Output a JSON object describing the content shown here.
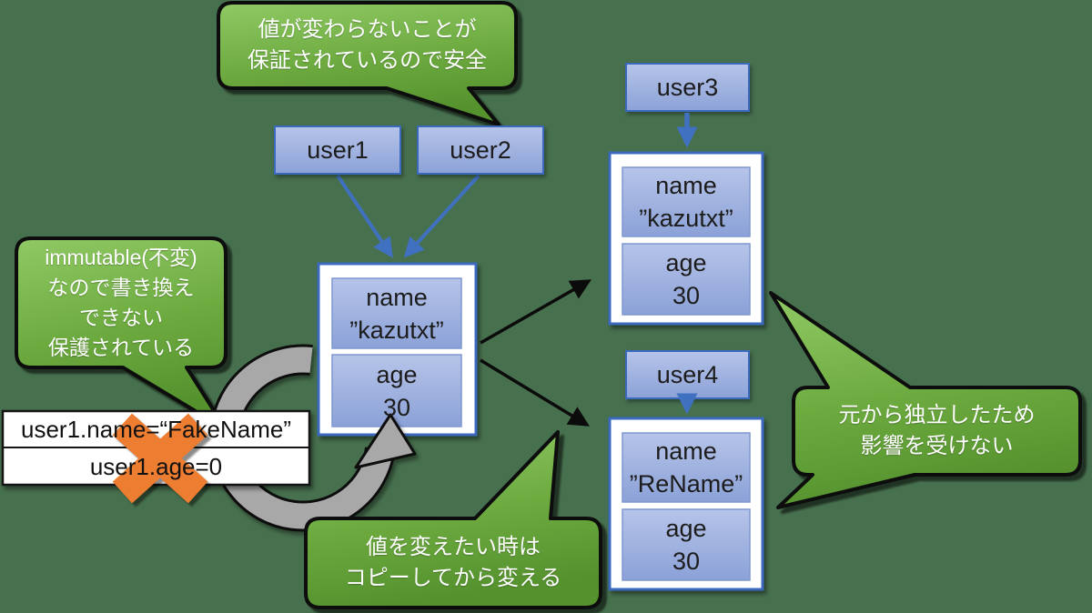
{
  "bubbles": {
    "top": {
      "line1": "値が変わらないことが",
      "line2": "保証されているので安全"
    },
    "left": {
      "line1": "immutable(不変)",
      "line2": "なので書き換え",
      "line3": "できない",
      "line4": "保護されている"
    },
    "bottom": {
      "line1": "値を変えたい時は",
      "line2": "コピーしてから変える"
    },
    "right": {
      "line1": "元から独立したため",
      "line2": "影響を受けない"
    }
  },
  "variables": {
    "user1": "user1",
    "user2": "user2",
    "user3": "user3",
    "user4": "user4"
  },
  "objects": {
    "original": {
      "field1_name": "name",
      "field1_value": "”kazutxt”",
      "field2_name": "age",
      "field2_value": "30"
    },
    "copy_user3": {
      "field1_name": "name",
      "field1_value": "”kazutxt”",
      "field2_name": "age",
      "field2_value": "30"
    },
    "copy_user4": {
      "field1_name": "name",
      "field1_value": "”ReName”",
      "field2_name": "age",
      "field2_value": "30"
    }
  },
  "code": {
    "line1": "user1.name=“FakeName”",
    "line2": "user1.age=0"
  },
  "colors": {
    "background": "#47704e",
    "bubble_green_top": "#90c964",
    "bubble_green_bottom": "#55922e",
    "box_blue_top": "#b3c2e8",
    "box_blue_bottom": "#8ba1d7",
    "box_border_blue": "#3b69bd",
    "arrow_blue": "#4070c0",
    "arrow_black": "#0b0b0b",
    "rotation_arrow_gray": "#a8a8a8",
    "cross_orange": "#ed7d31",
    "code_box_bg": "#ffffff"
  }
}
